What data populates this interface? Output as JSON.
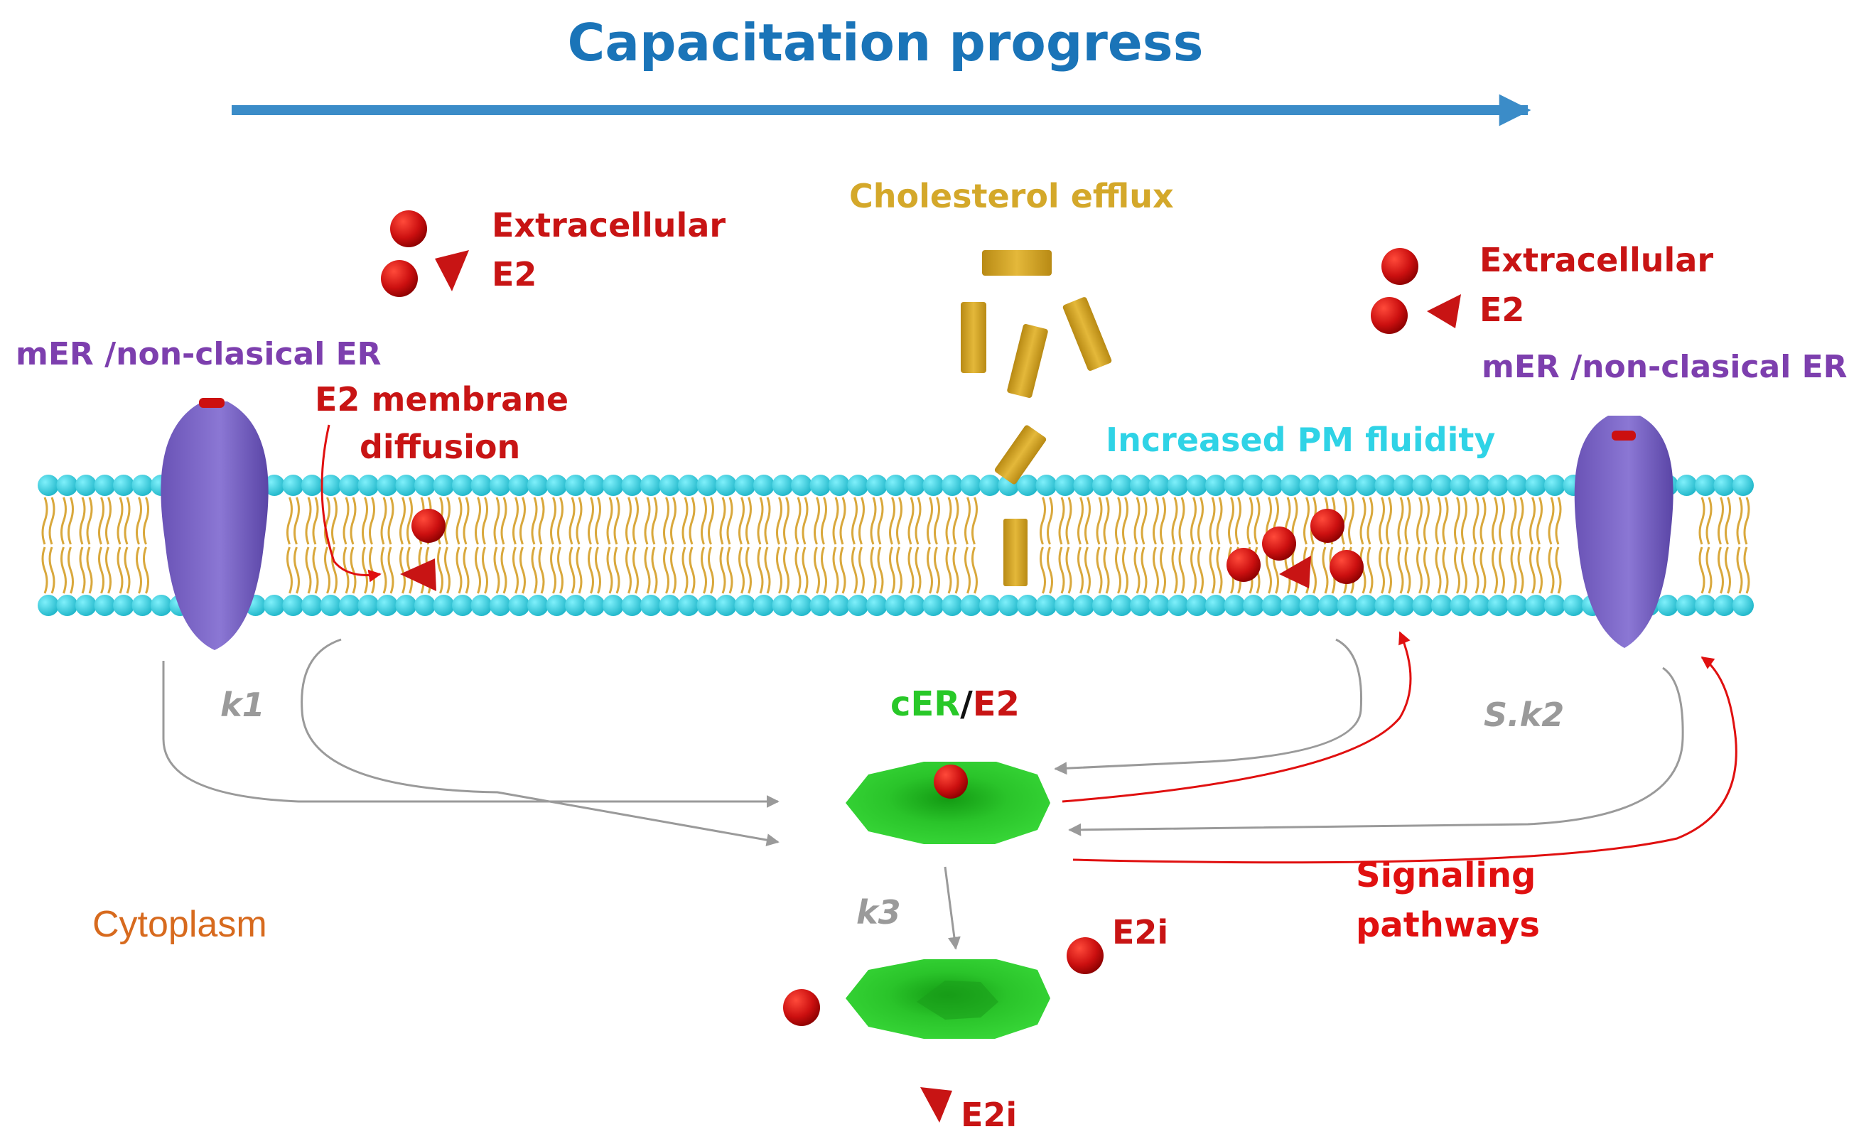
{
  "title": "Capacitation progress",
  "labels": {
    "extracellular_left": "Extracellular",
    "e2_left": "E2",
    "extracellular_right": "Extracellular",
    "e2_right": "E2",
    "mer_left": "mER /non-clasical ER",
    "mer_right": "mER /non-clasical ER",
    "e2_membrane": "E2 membrane",
    "diffusion": "diffusion",
    "cholesterol_efflux": "Cholesterol efflux",
    "pm_fluidity": "Increased PM fluidity",
    "k1": "k1",
    "sk2": "S.k2",
    "k3": "k3",
    "cer": "cER",
    "slash": "/",
    "cer_e2": "E2",
    "signaling": "Signaling",
    "pathways": "pathways",
    "cytoplasm": "Cytoplasm",
    "e2i_upper": "E2i",
    "e2i_lower": "E2i"
  },
  "colors": {
    "title": "#1a74b8",
    "arrow_blue": "#3b8cc8",
    "red": "#c81414",
    "dark_red": "#8e0000",
    "purple": "#7d3fae",
    "cyan": "#2fd3e6",
    "lipid_bead": "#35cfe0",
    "lipid_tail": "#d9a83c",
    "cholesterol": "#d4a82a",
    "receptor": "#7a64c4",
    "green": "#28c828",
    "grey": "#9a9a9a",
    "orange": "#d76a1e",
    "black": "#111111"
  }
}
